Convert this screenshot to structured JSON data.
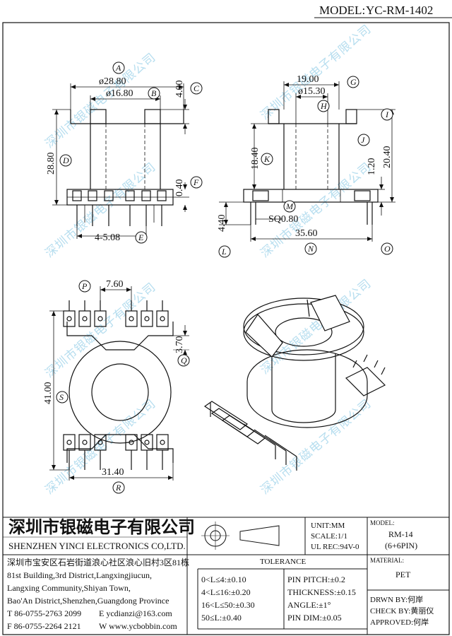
{
  "header": {
    "model_label": "MODEL:",
    "model_value": "YC-RM-1402"
  },
  "dimensions": {
    "A": {
      "tag": "A",
      "value": "ø28.80"
    },
    "B": {
      "tag": "B",
      "value": "ø16.80"
    },
    "C": {
      "tag": "C",
      "value": "4.00"
    },
    "D": {
      "tag": "D",
      "value": "28.80"
    },
    "E": {
      "tag": "E",
      "value": "4-5.08"
    },
    "F": {
      "tag": "F",
      "value": "0.40"
    },
    "G": {
      "tag": "G",
      "value": "19.00"
    },
    "H": {
      "tag": "H",
      "value": "ø15.30"
    },
    "I": {
      "tag": "I",
      "value": ""
    },
    "J": {
      "tag": "J",
      "value": "20.40"
    },
    "K": {
      "tag": "K",
      "value": "18.40"
    },
    "J2": {
      "value": "1.20"
    },
    "L": {
      "tag": "L",
      "value": "4.40"
    },
    "M": {
      "tag": "M",
      "value": "SQ0.80"
    },
    "N": {
      "tag": "N",
      "value": "35.60"
    },
    "O": {
      "tag": "O",
      "value": ""
    },
    "P": {
      "tag": "P",
      "value": "7.60"
    },
    "Q": {
      "tag": "Q",
      "value": "3.70"
    },
    "S": {
      "tag": "S",
      "value": "41.00"
    },
    "R": {
      "tag": "R",
      "value": "31.40"
    }
  },
  "watermark": "深圳市银磁电子有限公司",
  "company": {
    "name_cn": "深圳市银磁电子有限公司",
    "name_en": "SHENZHEN YINCI ELECTRONICS CO,LTD.",
    "address": [
      "深圳市宝安区石岩街道浪心社区浪心旧村3区81栋",
      "81st Building,3rd District,Langxingjiucun,",
      "Langxing Community,Shiyan Town,",
      "Bao'An District,Shenzhen,Guangdong Province"
    ],
    "tel": "T 86-0755-2763 2099",
    "fax": "F 86-0755-2264 2121",
    "email": "E ycdianzi@163.com",
    "web": "W www.ycbobbin.com"
  },
  "units": {
    "unit": "UNIT:MM",
    "scale": "SCALE:1/1",
    "ul": "UL REC:94V-0"
  },
  "model_box": {
    "label": "MODEL:",
    "line1": "RM-14",
    "line2": "(6+6PIN)"
  },
  "material": {
    "label": "MATERIAL:",
    "value": "PET"
  },
  "tolerance": {
    "title": "TOLERANCE",
    "left": [
      "0<L≤4:±0.10",
      "4<L≤16:±0.20",
      "16<L≤50:±0.30",
      "50≤L:±0.40"
    ],
    "right": [
      "PIN PITCH:±0.2",
      "THICKNESS:±0.15",
      "ANGLE:±1°",
      "PIN DIM:±0.05"
    ]
  },
  "signatures": {
    "drawn": "DRWN BY:何岸",
    "check": "CHECK BY:黄丽仪",
    "approved": "APPROVED:何岸"
  }
}
